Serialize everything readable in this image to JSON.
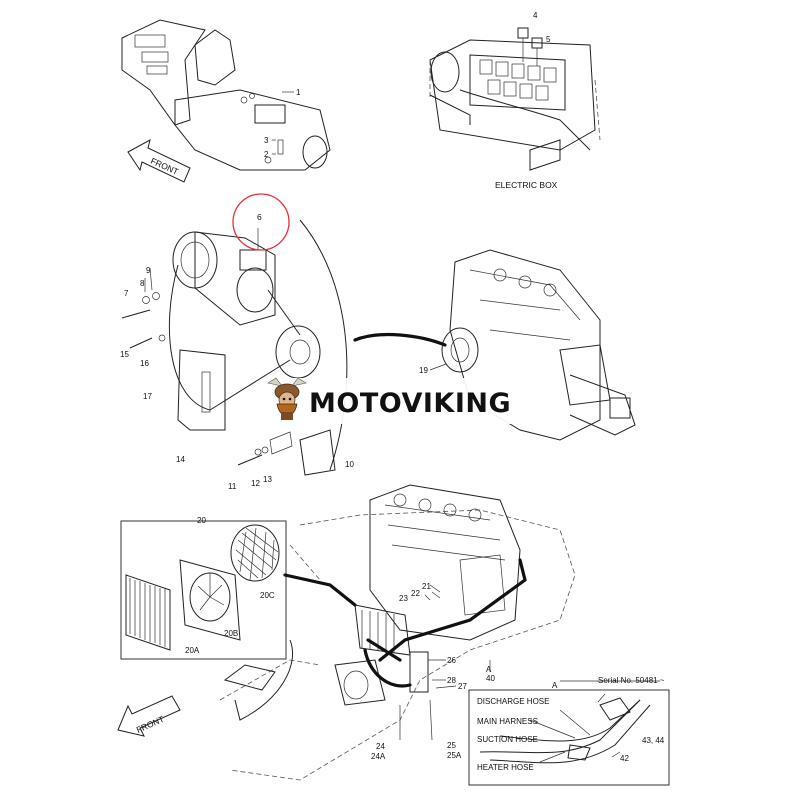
{
  "brand": {
    "watermark": "MOTOVIKING",
    "circle_color": "#e0303a"
  },
  "labels": {
    "front_top": "FRONT",
    "front_bottom": "FRONT",
    "electric_box": "ELECTRIC BOX",
    "serial": "Serial No. 50481 ~",
    "discharge_hose": "DISCHARGE HOSE",
    "main_harness": "MAIN HARNESS",
    "suction_hose": "SUCTION HOSE",
    "heater_hose": "HEATER HOSE",
    "detail_a": "A",
    "detail_a_ref": "A"
  },
  "callouts": {
    "c1": "1",
    "c2": "2",
    "c3": "3",
    "c4": "4",
    "c5": "5",
    "c6": "6",
    "c7": "7",
    "c8": "8",
    "c9": "9",
    "c10": "10",
    "c11": "11",
    "c12": "12",
    "c13": "13",
    "c14": "14",
    "c15": "15",
    "c16": "16",
    "c17": "17",
    "c19": "19",
    "c20": "20",
    "c20a": "20A",
    "c20b": "20B",
    "c20c": "20C",
    "c21": "21",
    "c22": "22",
    "c23": "23",
    "c24": "24",
    "c24a": "24A",
    "c25": "25",
    "c25a": "25A",
    "c26": "26",
    "c27": "27",
    "c28": "28",
    "c40": "40",
    "c42": "42",
    "c4344": "43, 44"
  }
}
